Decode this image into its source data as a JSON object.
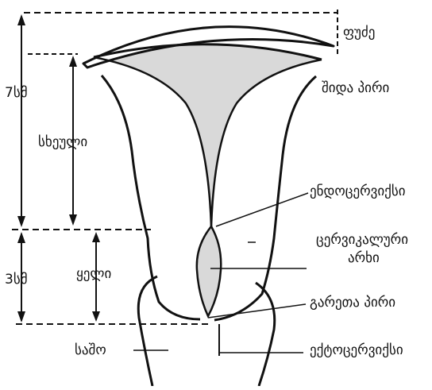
{
  "labels": {
    "fundus": "ფუძე",
    "internal_os": "შიდა პირი",
    "body": "სხეული",
    "cervix": "ყელი",
    "endocervix": "ენდოცერვიქსი",
    "cervical_canal_line1": "ცერვიკალური",
    "cervical_canal_line2": "არხი",
    "external_os": "გარეთა პირი",
    "vagina": "საშო",
    "ectocervix": "ექტოცერვიქსი"
  },
  "measurements": {
    "upper": "7სმ",
    "lower": "3სმ"
  },
  "colors": {
    "line": "#111111",
    "cavity_fill": "#d9d9d9",
    "background": "#ffffff"
  }
}
